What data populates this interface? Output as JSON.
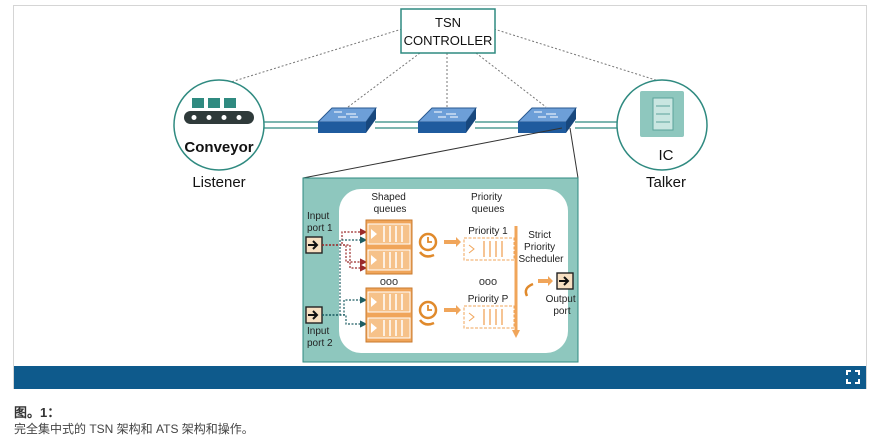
{
  "diagram": {
    "controller_line1": "TSN",
    "controller_line2": "CONTROLLER",
    "conveyor_label": "Conveyor",
    "listener_label": "Listener",
    "ic_label": "IC",
    "talker_label": "Talker",
    "shaped_queues": [
      "Shaped",
      "queues"
    ],
    "priority_queues": [
      "Priority",
      "queues"
    ],
    "priority_1": "Priority 1",
    "priority_p": "Priority P",
    "strict_scheduler": [
      "Strict",
      "Priority",
      "Scheduler"
    ],
    "input_port_1": [
      "Input",
      "port 1"
    ],
    "input_port_2": [
      "Input",
      "port 2"
    ],
    "output_port": [
      "Output",
      "port"
    ],
    "ellipsis": "ooo"
  },
  "figure": {
    "label": "图。1：",
    "caption": "完全集中式的 TSN 架构和 ATS 架构和操作。"
  },
  "colors": {
    "switch_blue": "#1f5b9e",
    "detail_teal": "#8ec7be",
    "queue_orange": "#f0a55a",
    "bar_blue": "#0e5a8c"
  }
}
